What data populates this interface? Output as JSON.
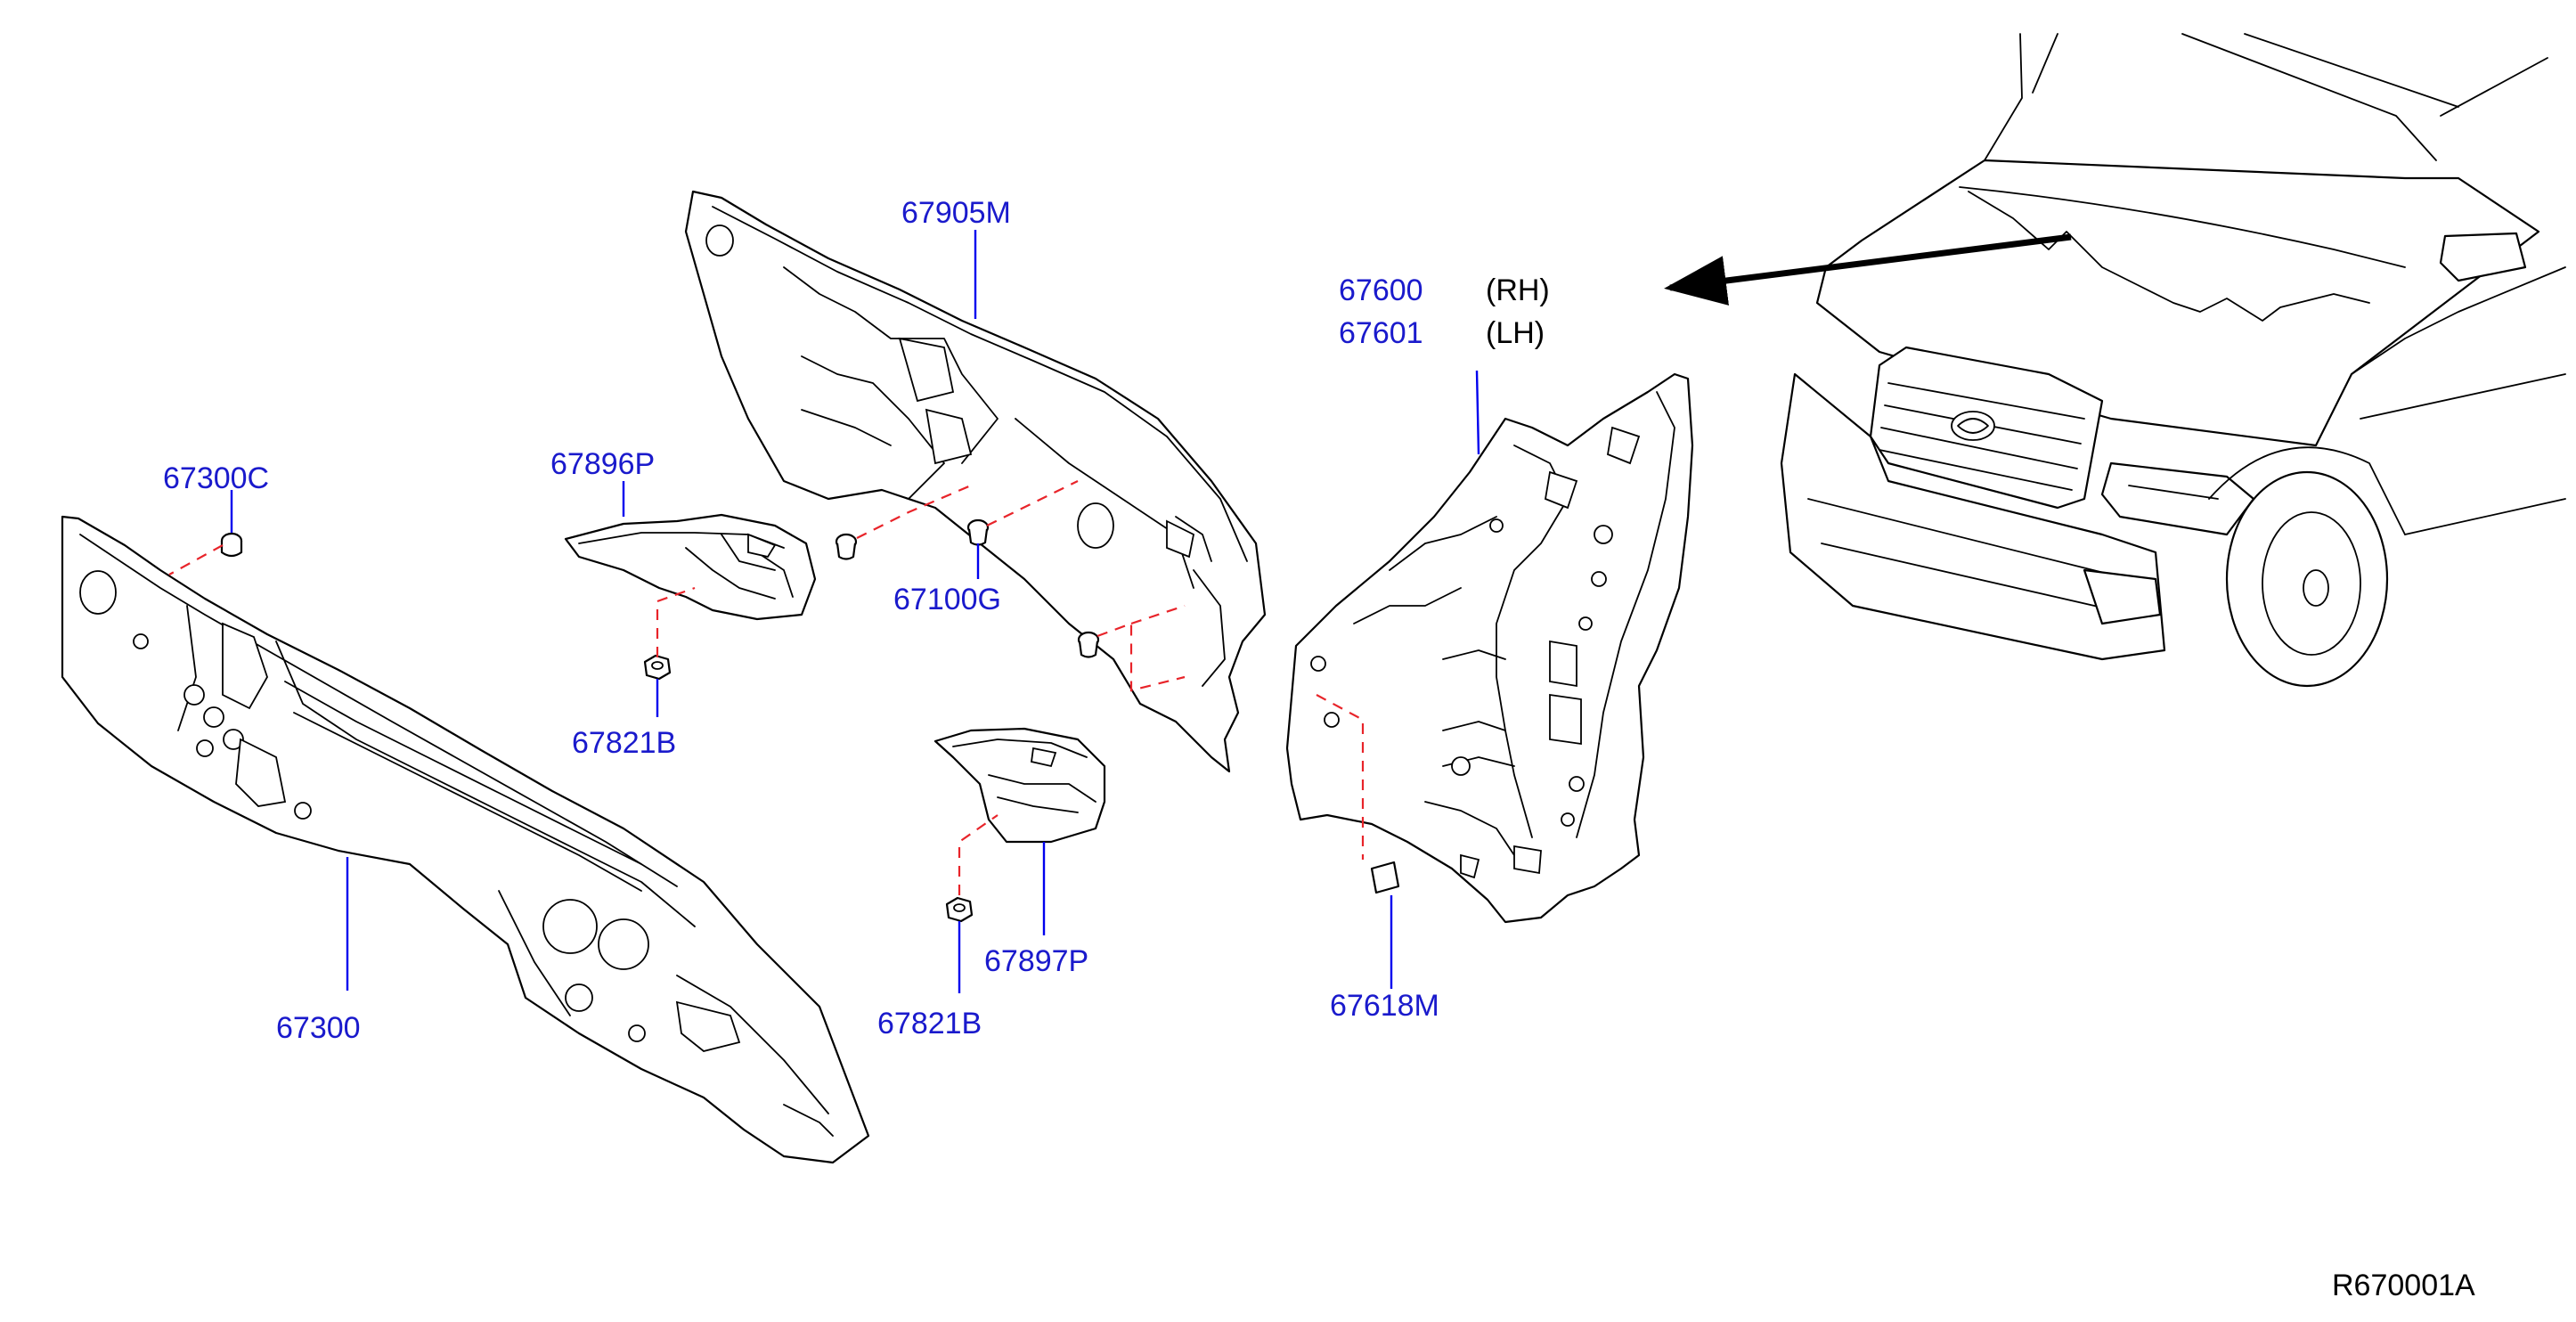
{
  "parts": [
    {
      "part_no": "67905M"
    },
    {
      "part_no": "67896P"
    },
    {
      "part_no": "67300C"
    },
    {
      "part_no": "67100G"
    },
    {
      "part_no": "67821B"
    },
    {
      "part_no": "67300"
    },
    {
      "part_no": "67821B"
    },
    {
      "part_no": "67897P"
    },
    {
      "part_no": "67618M"
    },
    {
      "part_no": "67600",
      "side": "(RH)"
    },
    {
      "part_no": "67601",
      "side": "(LH)"
    }
  ],
  "reference_code": "R670001A",
  "colors": {
    "callout_text": "#1a1acc",
    "leader_line": "#0000ee",
    "assembly_dash": "#e8242a",
    "linework": "#000000"
  }
}
